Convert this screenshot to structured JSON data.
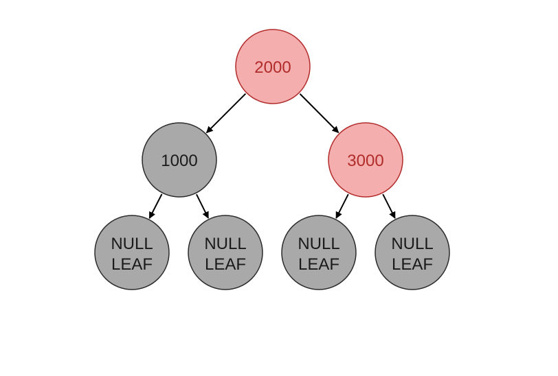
{
  "colors": {
    "red_fill": "#f4aeae",
    "red_stroke": "#b22b2b",
    "red_text": "#b22b2b",
    "black_fill": "#a9a9a9",
    "black_stroke": "#2a2a2a",
    "black_text": "#1a1a1a",
    "edge": "#000000"
  },
  "nodes": [
    {
      "id": "root",
      "label": "2000",
      "color": "red"
    },
    {
      "id": "left",
      "label": "1000",
      "color": "black"
    },
    {
      "id": "right",
      "label": "3000",
      "color": "red"
    },
    {
      "id": "null-1",
      "label_line1": "NULL",
      "label_line2": "LEAF",
      "color": "black"
    },
    {
      "id": "null-2",
      "label_line1": "NULL",
      "label_line2": "LEAF",
      "color": "black"
    },
    {
      "id": "null-3",
      "label_line1": "NULL",
      "label_line2": "LEAF",
      "color": "black"
    },
    {
      "id": "null-4",
      "label_line1": "NULL",
      "label_line2": "LEAF",
      "color": "black"
    }
  ],
  "edges": [
    {
      "from": "root",
      "to": "left"
    },
    {
      "from": "root",
      "to": "right"
    },
    {
      "from": "left",
      "to": "null-1"
    },
    {
      "from": "left",
      "to": "null-2"
    },
    {
      "from": "right",
      "to": "null-3"
    },
    {
      "from": "right",
      "to": "null-4"
    }
  ]
}
